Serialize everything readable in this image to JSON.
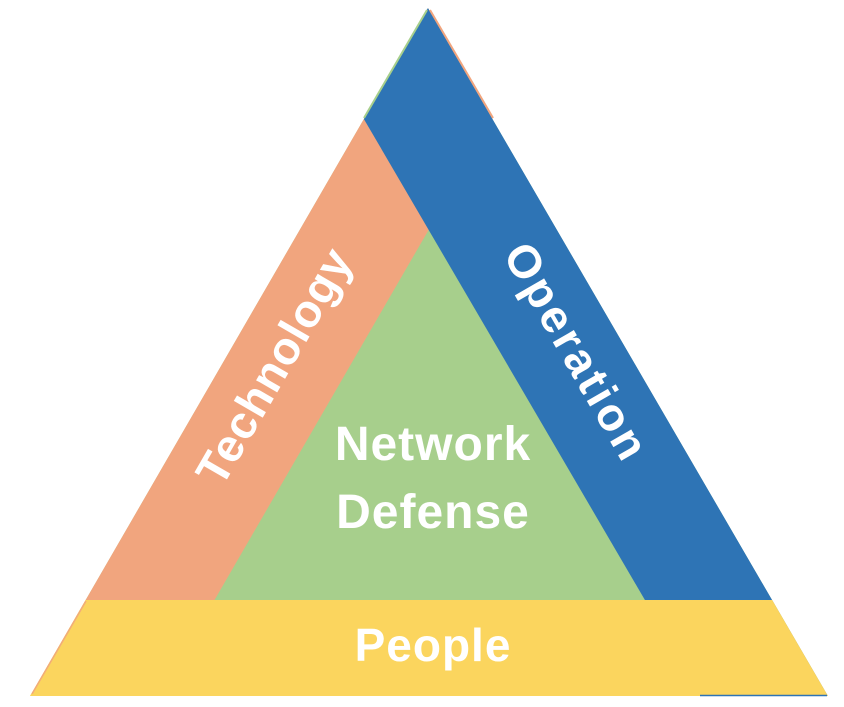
{
  "diagram": {
    "type": "layered-triangle",
    "description": "Network defense triangle with three edge bands and a center region"
  },
  "labels": {
    "left_band": "Technology",
    "right_band": "Operation",
    "bottom_band": "People",
    "center_line1": "Network",
    "center_line2": "Defense"
  },
  "colors": {
    "orange": "#F1A57E",
    "blue": "#2E74B5",
    "green": "#A7CF8C",
    "yellow": "#FBD55E",
    "label_text": "#FFFFFF",
    "background": "#FFFFFF"
  }
}
